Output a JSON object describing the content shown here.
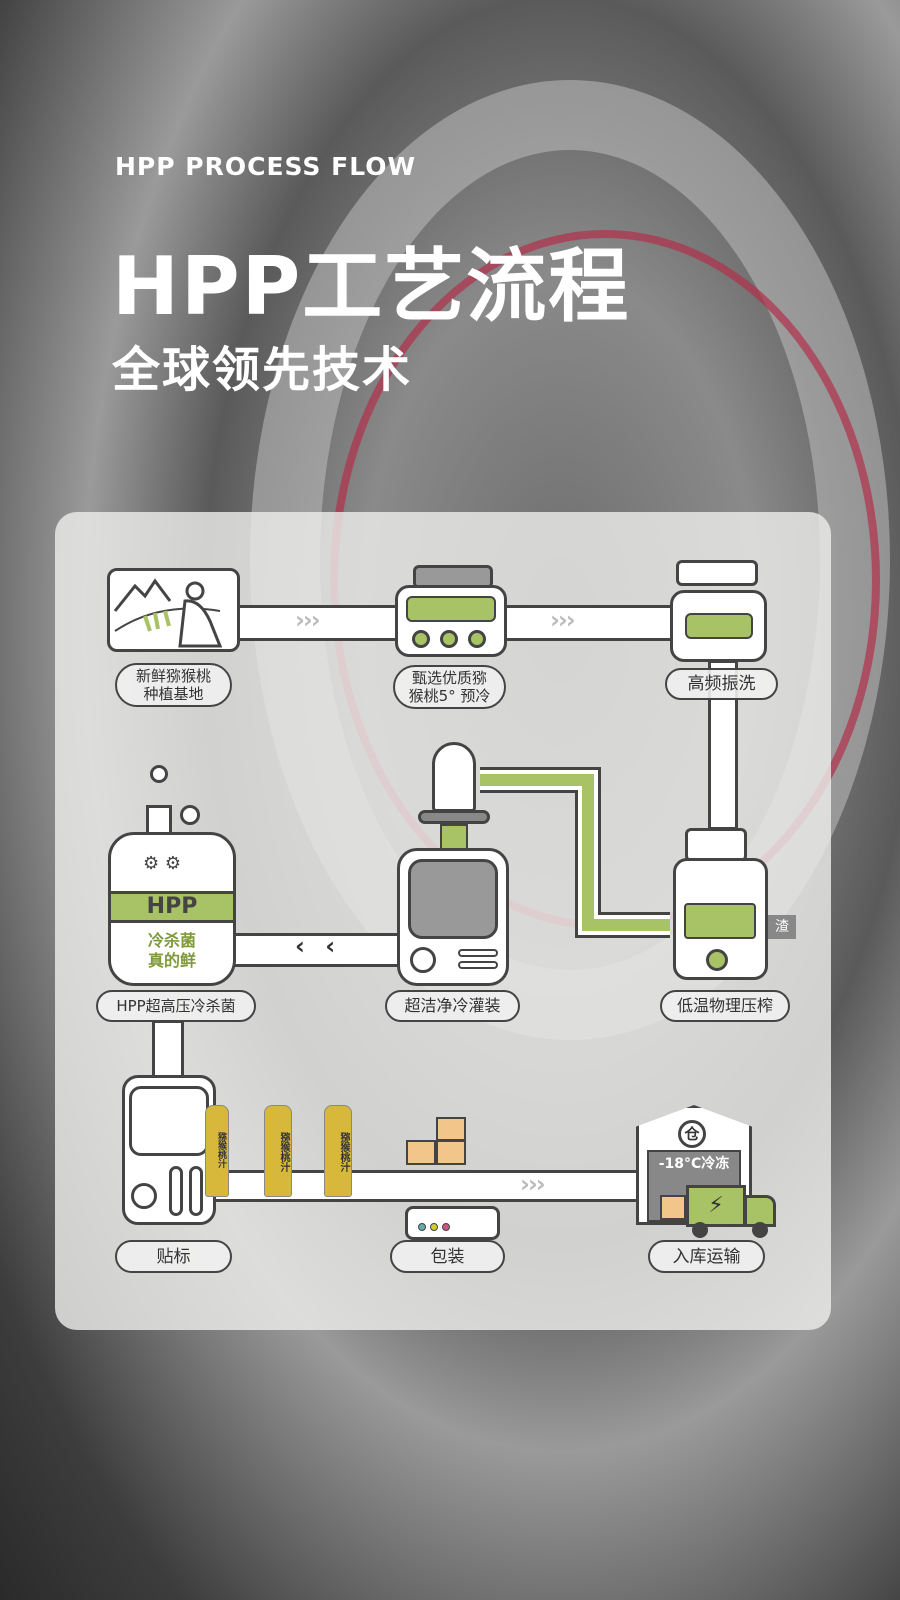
{
  "header": {
    "subtitle_en": "HPP PROCESS FLOW",
    "title": "HPP工艺流程",
    "tagline": "全球领先技术"
  },
  "colors": {
    "accent_green": "#a8c266",
    "box_orange": "#f2c58a",
    "outline": "#444444"
  },
  "steps": [
    {
      "line1": "新鲜猕猴桃",
      "line2": "种植基地"
    },
    {
      "line1": "甄选优质猕",
      "line2": "猴桃5° 预冷"
    },
    {
      "line1": "高频振洗"
    },
    {
      "line1": "低温物理压榨"
    },
    {
      "line1": "超洁净冷灌装"
    },
    {
      "line1": "HPP超高压冷杀菌"
    },
    {
      "line1": "贴标"
    },
    {
      "line1": "包装"
    },
    {
      "line1": "入库运输"
    }
  ],
  "hpp_tank": {
    "band": "HPP",
    "slogan1": "冷杀菌",
    "slogan2": "真的鲜"
  },
  "press": {
    "residue": "渣"
  },
  "warehouse": {
    "sign": "仓",
    "temp": "-18°C冷冻"
  },
  "bottle": {
    "label": "猕猴桃汁"
  },
  "arrows": {
    "forward": "›››",
    "back": "‹ ‹"
  }
}
